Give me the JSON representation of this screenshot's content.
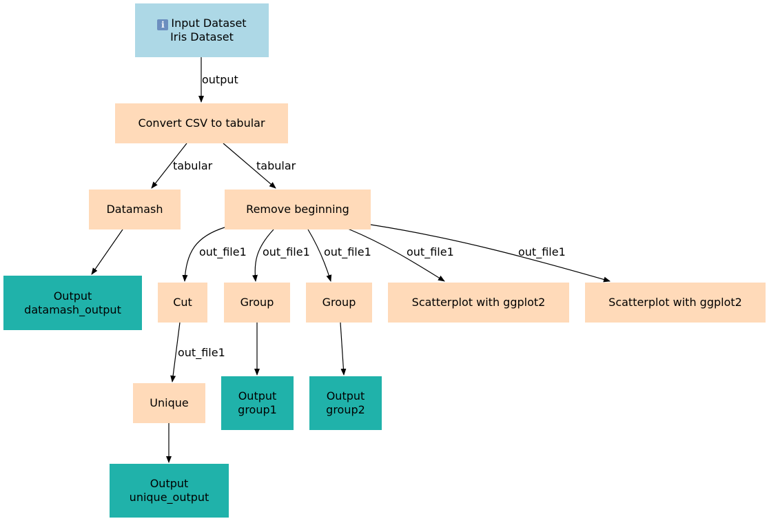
{
  "nodes": {
    "input": {
      "title": "Input Dataset",
      "name": "Iris Dataset",
      "icon": "info-icon"
    },
    "convert": {
      "label": "Convert CSV to tabular"
    },
    "datamash": {
      "label": "Datamash"
    },
    "remove": {
      "label": "Remove beginning"
    },
    "out_datamash": {
      "title": "Output",
      "name": "datamash_output"
    },
    "cut": {
      "label": "Cut"
    },
    "group1": {
      "label": "Group"
    },
    "group2": {
      "label": "Group"
    },
    "scatter1": {
      "label": "Scatterplot with ggplot2"
    },
    "scatter2": {
      "label": "Scatterplot with ggplot2"
    },
    "unique": {
      "label": "Unique"
    },
    "out_group1": {
      "title": "Output",
      "name": "group1"
    },
    "out_group2": {
      "title": "Output",
      "name": "group2"
    },
    "out_unique": {
      "title": "Output",
      "name": "unique_output"
    }
  },
  "edges": [
    {
      "from": "input",
      "to": "convert",
      "label": "output"
    },
    {
      "from": "convert",
      "to": "datamash",
      "label": "tabular"
    },
    {
      "from": "convert",
      "to": "remove",
      "label": "tabular"
    },
    {
      "from": "datamash",
      "to": "out_datamash",
      "label": ""
    },
    {
      "from": "remove",
      "to": "cut",
      "label": "out_file1"
    },
    {
      "from": "remove",
      "to": "group1",
      "label": "out_file1"
    },
    {
      "from": "remove",
      "to": "group2",
      "label": "out_file1"
    },
    {
      "from": "remove",
      "to": "scatter1",
      "label": "out_file1"
    },
    {
      "from": "remove",
      "to": "scatter2",
      "label": "out_file1"
    },
    {
      "from": "cut",
      "to": "unique",
      "label": "out_file1"
    },
    {
      "from": "group1",
      "to": "out_group1",
      "label": ""
    },
    {
      "from": "group2",
      "to": "out_group2",
      "label": ""
    },
    {
      "from": "unique",
      "to": "out_unique",
      "label": ""
    }
  ],
  "colors": {
    "input": "#add8e6",
    "tool": "#ffdab9",
    "output": "#20b2aa",
    "edge": "#000000"
  }
}
